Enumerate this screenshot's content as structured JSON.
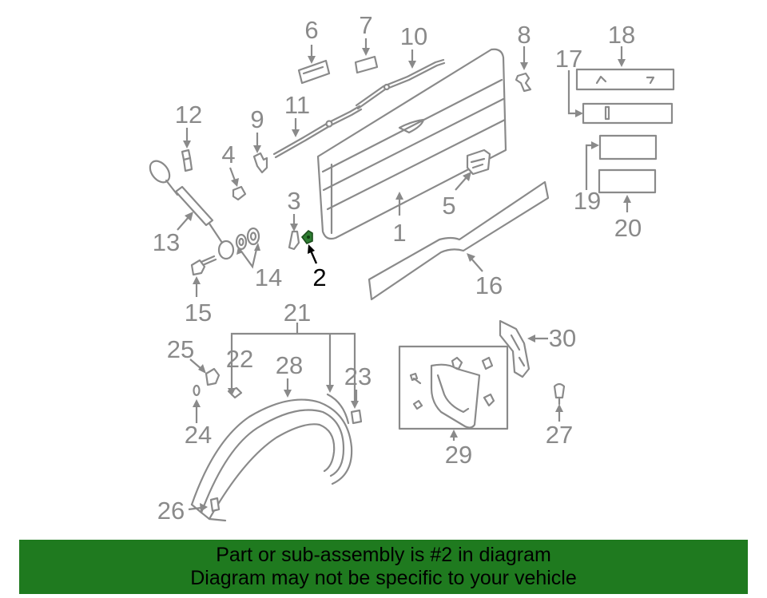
{
  "colors": {
    "line": "#8a8a8a",
    "highlight_part": "#2e7d32",
    "banner_bg": "#1f7a1f",
    "banner_text": "#000000"
  },
  "callouts": {
    "c1": "1",
    "c2": "2",
    "c3": "3",
    "c4": "4",
    "c5": "5",
    "c6": "6",
    "c7": "7",
    "c8": "8",
    "c9": "9",
    "c10": "10",
    "c11": "11",
    "c12": "12",
    "c13": "13",
    "c14": "14",
    "c15": "15",
    "c16": "16",
    "c17": "17",
    "c18": "18",
    "c19": "19",
    "c20": "20",
    "c21": "21",
    "c22": "22",
    "c23": "23",
    "c24": "24",
    "c25": "25",
    "c26": "26",
    "c27": "27",
    "c28": "28",
    "c29": "29",
    "c30": "30"
  },
  "highlighted_part": "2",
  "banner": {
    "line1": "Part or sub-assembly is #2 in diagram",
    "line2": "Diagram may not be specific to your vehicle"
  }
}
